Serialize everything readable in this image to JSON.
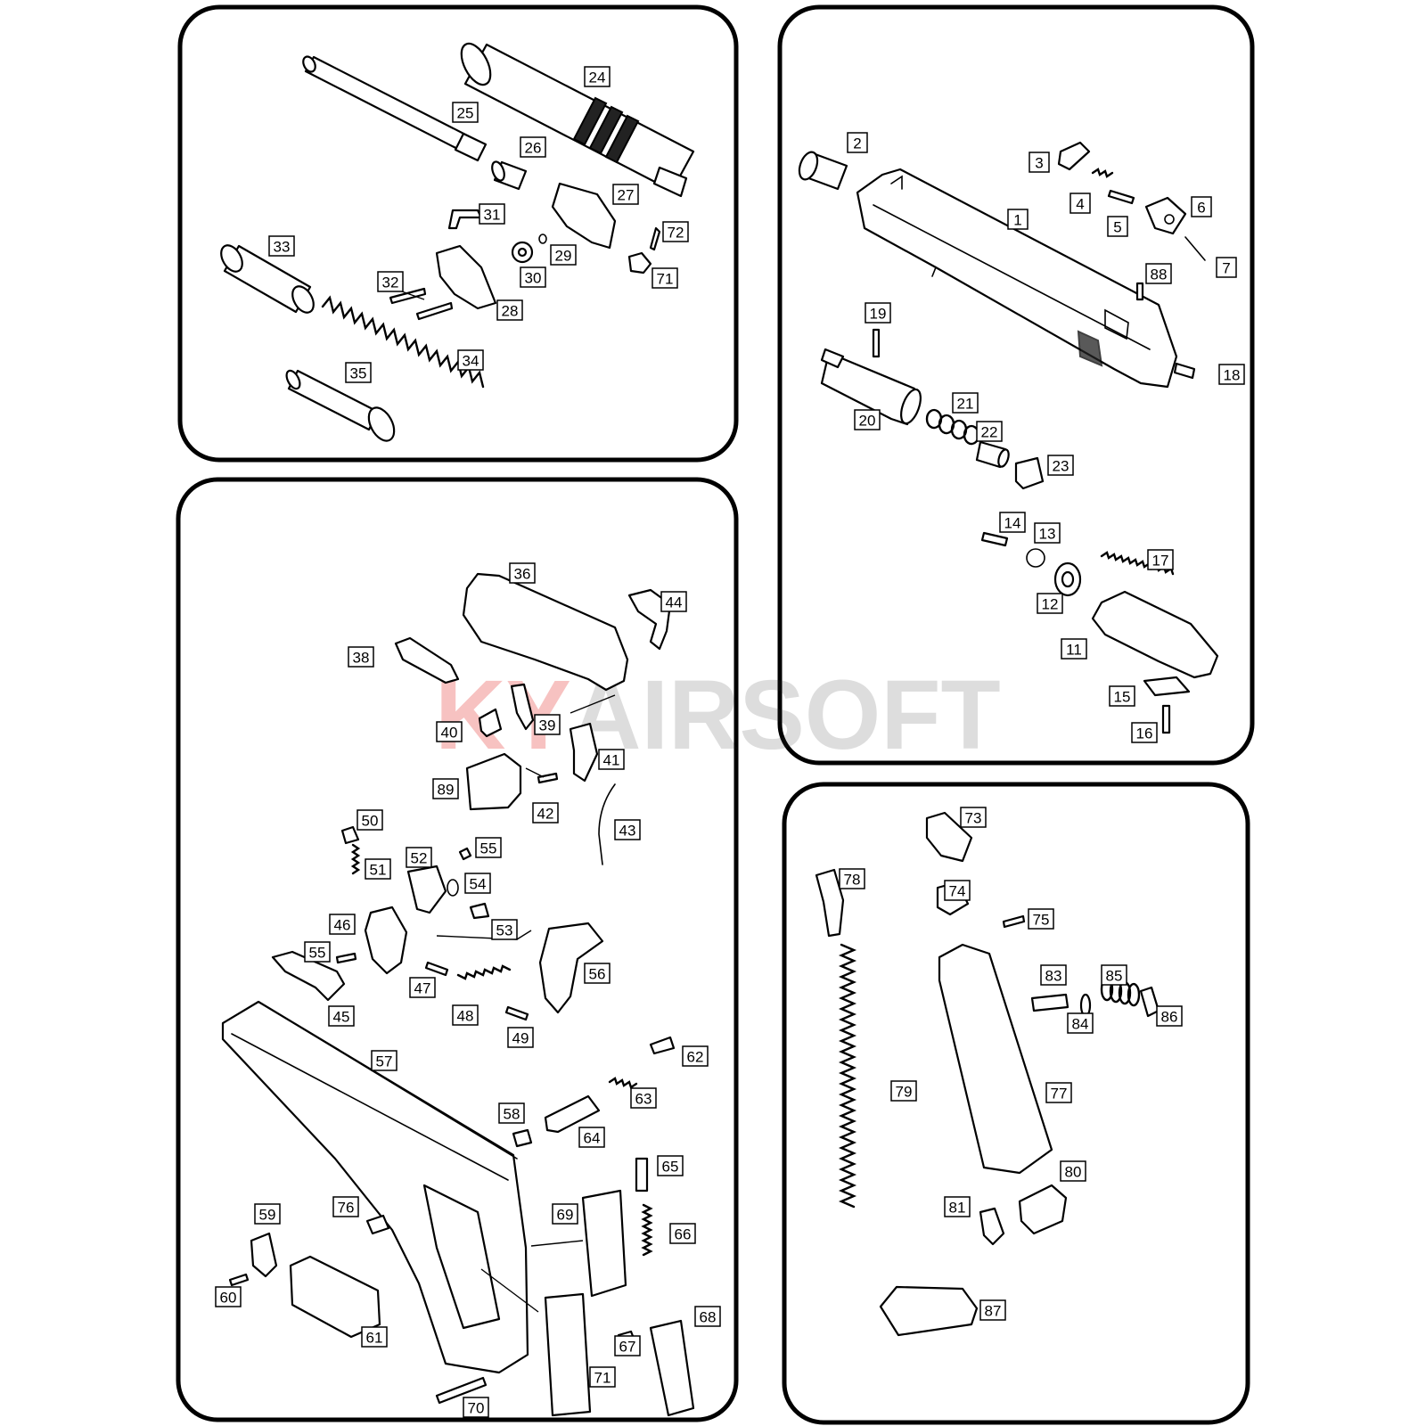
{
  "watermark": {
    "part_a": "KY",
    "part_b": "AIRSOFT",
    "accent": "#e53935"
  },
  "panels": {
    "barrel_group": [
      "24",
      "25",
      "26",
      "27",
      "31",
      "72",
      "29",
      "30",
      "71",
      "33",
      "32",
      "28",
      "34",
      "35"
    ],
    "slide_group": [
      "2",
      "3",
      "4",
      "5",
      "6",
      "7",
      "1",
      "88",
      "19",
      "18",
      "21",
      "20",
      "22",
      "23",
      "14",
      "13",
      "17",
      "12",
      "11",
      "15",
      "16"
    ],
    "frame_group": [
      "36",
      "44",
      "38",
      "40",
      "39",
      "41",
      "89",
      "42",
      "43",
      "50",
      "55",
      "52",
      "51",
      "54",
      "53",
      "46",
      "55",
      "56",
      "47",
      "45",
      "48",
      "49",
      "57",
      "62",
      "63",
      "58",
      "64",
      "65",
      "76",
      "59",
      "69",
      "66",
      "60",
      "61",
      "68",
      "67",
      "71",
      "70"
    ],
    "magazine_group": [
      "73",
      "78",
      "74",
      "75",
      "83",
      "85",
      "84",
      "86",
      "79",
      "77",
      "80",
      "81",
      "87"
    ]
  }
}
